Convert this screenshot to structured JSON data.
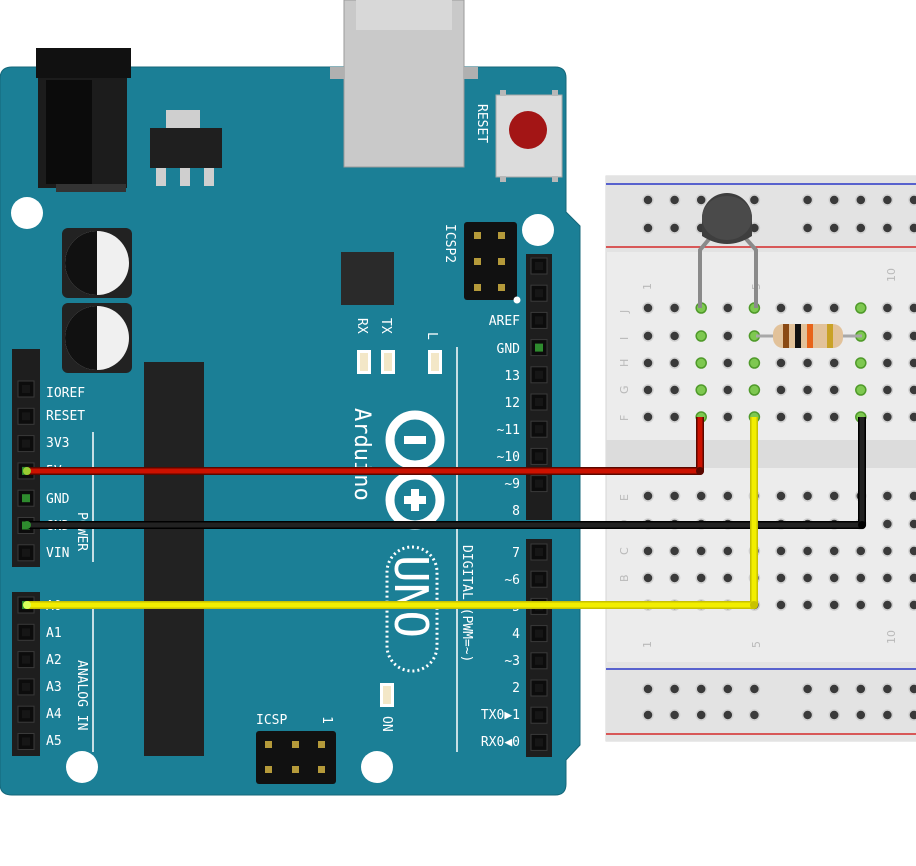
{
  "colors": {
    "board": "#1b7f96",
    "breadboard": "#ececec",
    "wire_5v": "#cc1100",
    "wire_gnd": "#1a1a1a",
    "wire_signal": "#f2ee00",
    "rail_red": "#d42a2a",
    "rail_blue": "#2a38c8"
  },
  "board": {
    "reset_label": "RESET",
    "icsp2_label": "ICSP2",
    "icsp_label": "ICSP",
    "icsp_pin1_label": "1",
    "rx_label": "RX",
    "tx_label": "TX",
    "l_label": "L",
    "on_label": "ON",
    "brand_label": "Arduino",
    "model_label": "UNO",
    "power_section_label": "POWER",
    "analog_section_label": "ANALOG IN",
    "digital_section_label": "DIGITAL (PWM=~)",
    "power_pins": [
      "IOREF",
      "RESET",
      "3V3",
      "5V",
      "GND",
      "GND",
      "VIN"
    ],
    "analog_pins": [
      "A0",
      "A1",
      "A2",
      "A3",
      "A4",
      "A5"
    ],
    "digital_upper_pins": [
      "AREF",
      "GND",
      "13",
      "12",
      "~11",
      "~10",
      "~9",
      "8"
    ],
    "digital_lower_pins": [
      "7",
      "~6",
      "~5",
      "4",
      "~3",
      "2",
      "TX0▶1",
      "RX0◀0"
    ]
  },
  "breadboard": {
    "top_row_letters": [
      "J",
      "I",
      "H",
      "G",
      "F"
    ],
    "bottom_row_letters": [
      "E",
      "D",
      "C",
      "B",
      "A"
    ],
    "column_numbers": [
      "1",
      "5",
      "10"
    ]
  }
}
